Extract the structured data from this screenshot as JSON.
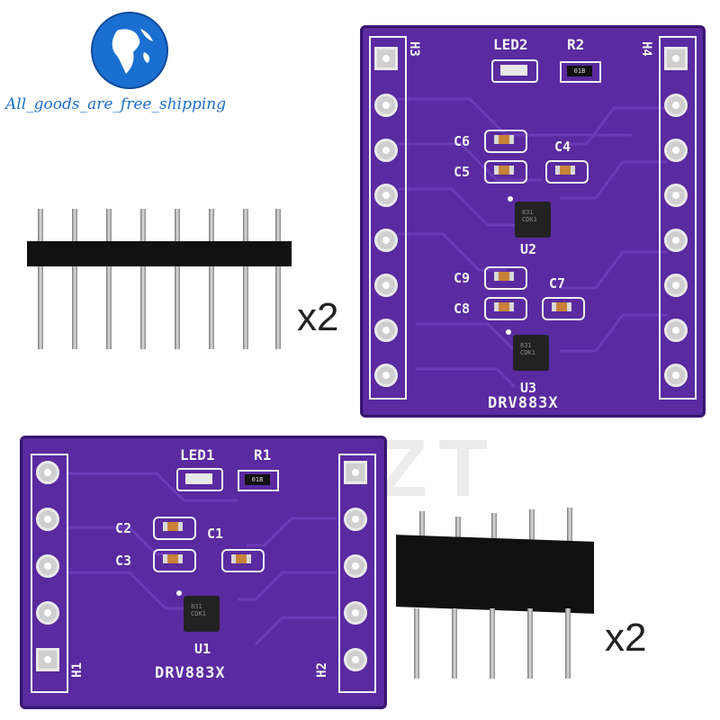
{
  "brand": {
    "store_name": "All_goods_are_free_shipping",
    "watermark": "ZT"
  },
  "top_board": {
    "header_left": "H3",
    "header_right": "H4",
    "led_label": "LED2",
    "res_label": "R2",
    "res_code": "01B",
    "caps": [
      "C6",
      "C5",
      "C4",
      "C9",
      "C8",
      "C7"
    ],
    "chip_labels": [
      "U2",
      "U3"
    ],
    "chip_code": "831 CDK1",
    "name": "DRV883X"
  },
  "bottom_board": {
    "header_left": "H1",
    "header_right": "H2",
    "led_label": "LED1",
    "res_label": "R1",
    "res_code": "01B",
    "caps": [
      "C2",
      "C3",
      "C1"
    ],
    "chip_label": "U1",
    "chip_code": "831 CDK1",
    "name": "DRV883X"
  },
  "quantities": {
    "header8": "x2",
    "header5": "x2"
  },
  "colors": {
    "pcb": "#5a2aa0",
    "silk": "#f2f2f2",
    "brand_text": "#1e6fc8"
  },
  "icons": [
    "globe-logo-icon"
  ]
}
